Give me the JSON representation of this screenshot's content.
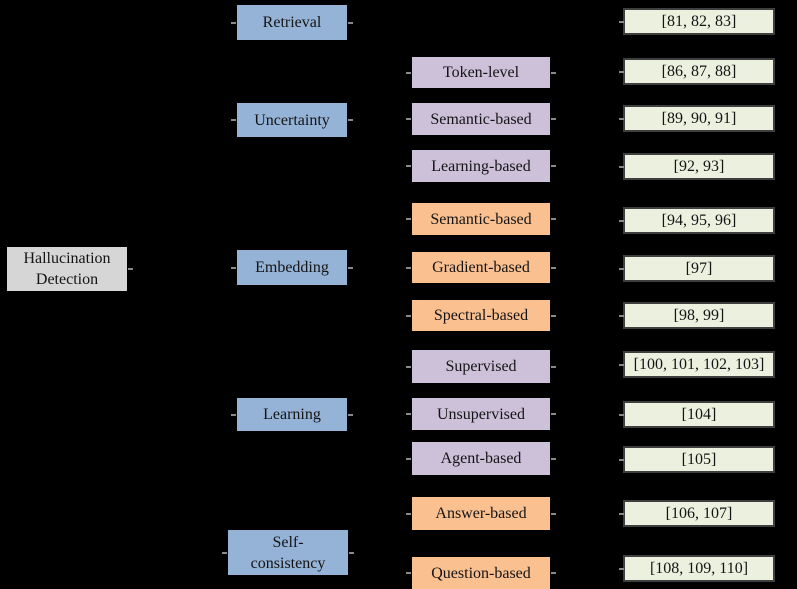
{
  "figure": {
    "description": "Taxonomy tree of hallucination detection methods",
    "background_color": "#000000",
    "palette": {
      "root_fill": "#D6D6D6",
      "level1_fill": "#95B3D7",
      "purple_fill": "#CCC1D9",
      "orange_fill": "#FAC090",
      "citation_fill": "#EBF1DE",
      "citation_border": "#3F3F3F",
      "text_color": "#141414",
      "stub_color": "#8A8A8A"
    }
  },
  "tree": {
    "root": {
      "label": "Hallucination\nDetection"
    },
    "branches": [
      {
        "label": "Retrieval",
        "refs": "[81, 82, 83]",
        "children": []
      },
      {
        "label": "Uncertainty",
        "children": [
          {
            "label": "Token-level",
            "refs": "[86, 87, 88]"
          },
          {
            "label": "Semantic-based",
            "refs": "[89, 90, 91]"
          },
          {
            "label": "Learning-based",
            "refs": "[92, 93]"
          }
        ]
      },
      {
        "label": "Embedding",
        "children": [
          {
            "label": "Semantic-based",
            "refs": "[94, 95, 96]"
          },
          {
            "label": "Gradient-based",
            "refs": "[97]"
          },
          {
            "label": "Spectral-based",
            "refs": "[98, 99]"
          }
        ]
      },
      {
        "label": "Learning",
        "children": [
          {
            "label": "Supervised",
            "refs": "[100, 101, 102, 103]"
          },
          {
            "label": "Unsupervised",
            "refs": "[104]"
          },
          {
            "label": "Agent-based",
            "refs": "[105]"
          }
        ]
      },
      {
        "label": "Self-\nconsistency",
        "children": [
          {
            "label": "Answer-based",
            "refs": "[106, 107]"
          },
          {
            "label": "Question-based",
            "refs": "[108, 109, 110]"
          }
        ]
      }
    ]
  }
}
